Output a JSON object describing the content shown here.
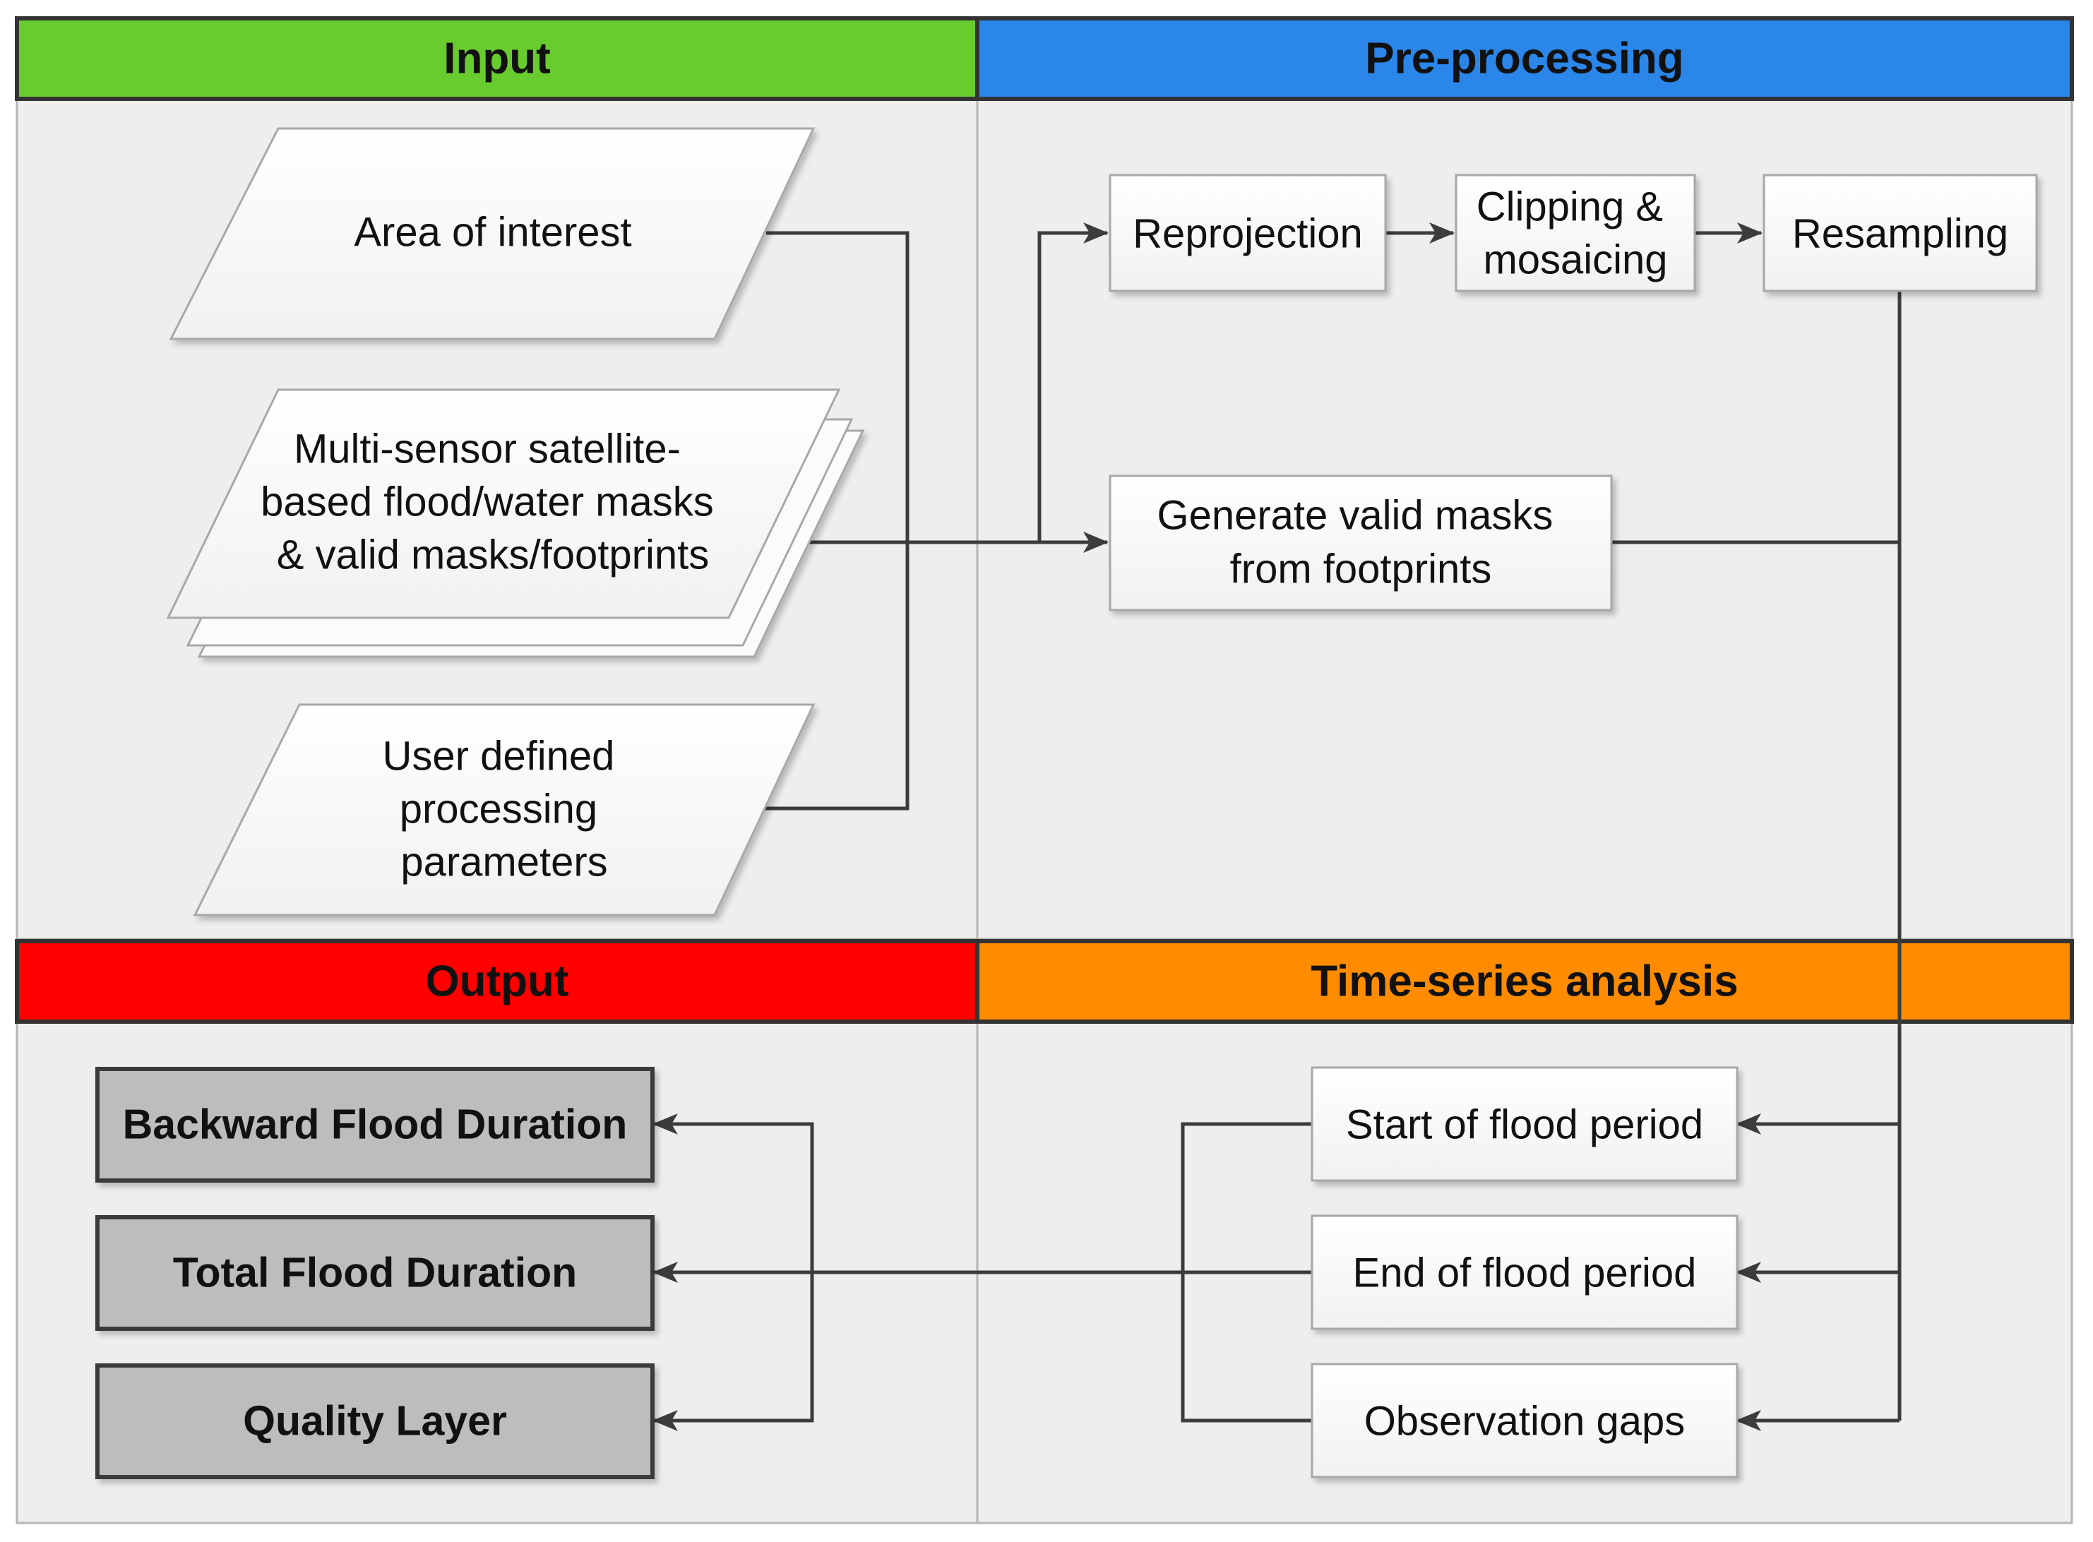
{
  "colors": {
    "input_header": "#69CC2E",
    "preprocessing_header": "#2A86E8",
    "output_header": "#FF0000",
    "timeseries_header": "#FF8C00",
    "panel_background": "#EEEEEE",
    "output_box": "#BDBDBD",
    "connector": "#3C3C3C"
  },
  "sections": {
    "input": "Input",
    "preprocessing": "Pre-processing",
    "output": "Output",
    "timeseries": "Time-series analysis"
  },
  "input_nodes": {
    "area_of_interest": [
      "Area of interest"
    ],
    "flood_masks": [
      "Multi-sensor satellite-",
      "based flood/water masks",
      "& valid masks/footprints"
    ],
    "user_parameters": [
      "User defined",
      "processing",
      "parameters"
    ]
  },
  "preprocessing_nodes": {
    "reprojection": [
      "Reprojection"
    ],
    "clipping": [
      "Clipping &",
      "mosaicing"
    ],
    "resampling": [
      "Resampling"
    ],
    "valid_masks": [
      "Generate valid masks",
      "from footprints"
    ]
  },
  "timeseries_nodes": {
    "start": [
      "Start of flood period"
    ],
    "end": [
      "End of flood period"
    ],
    "gaps": [
      "Observation gaps"
    ]
  },
  "output_nodes": {
    "backward": [
      "Backward Flood Duration"
    ],
    "total": [
      "Total Flood Duration"
    ],
    "quality": [
      "Quality Layer"
    ]
  }
}
